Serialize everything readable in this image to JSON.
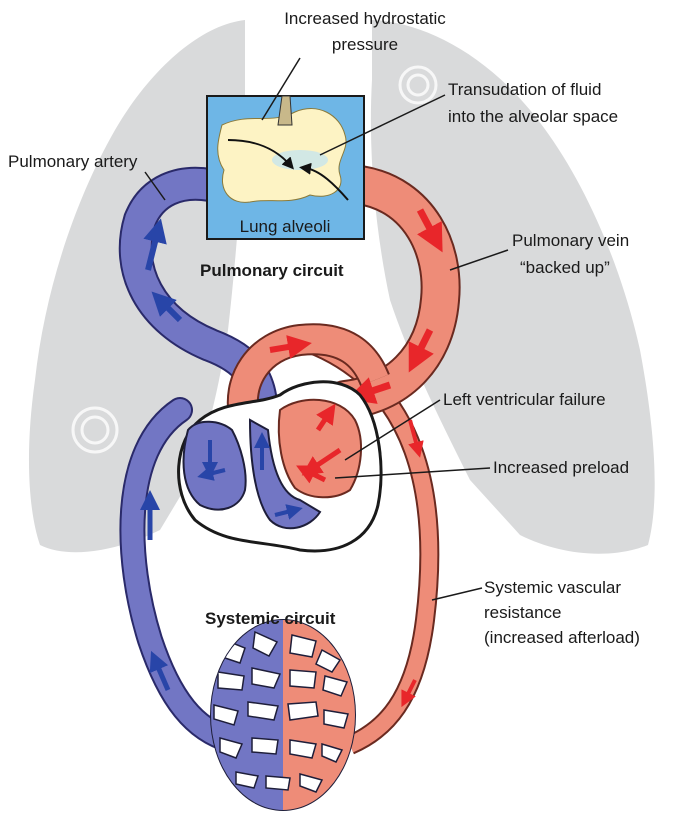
{
  "labels": {
    "hydrostatic_line1": "Increased hydrostatic",
    "hydrostatic_line2": "pressure",
    "transudation_line1": "Transudation of fluid",
    "transudation_line2": "into the alveolar space",
    "pulmonary_artery": "Pulmonary artery",
    "lung_alveoli": "Lung alveoli",
    "pulmonary_circuit": "Pulmonary circuit",
    "pulmonary_vein_line1": "Pulmonary vein",
    "pulmonary_vein_line2": "“backed up”",
    "left_ventricular_failure": "Left ventricular failure",
    "increased_preload": "Increased preload",
    "systemic_circuit": "Systemic circuit",
    "svr_line1": "Systemic vascular",
    "svr_line2": "resistance",
    "svr_line3": "(increased afterload)"
  },
  "colors": {
    "deoxygenated_blue": "#7276c4",
    "oxygenated_red": "#ee8c78",
    "arrow_blue": "#2845a8",
    "arrow_red": "#e8262a",
    "lung_gray": "#d9dadb",
    "alveolus_box": "#6eb6e6",
    "alveolus_fluid": "#fdf3c4"
  }
}
